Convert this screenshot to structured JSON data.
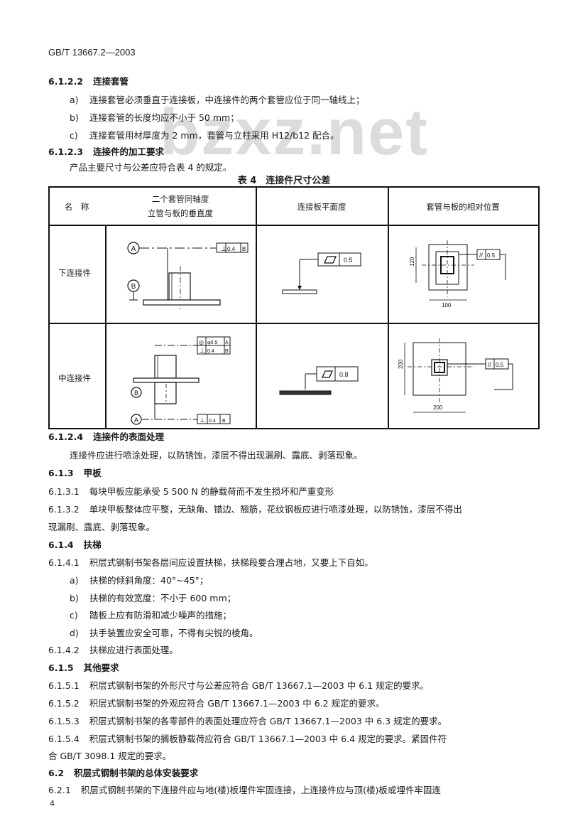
{
  "header": {
    "doc_id": "GB/T 13667.2—2003"
  },
  "watermark": "bzxz.net",
  "sections": {
    "s6_1_2_2": {
      "number": "6.1.2.2",
      "title": "连接套管",
      "items": [
        {
          "mark": "a)",
          "text": "连接套管必须垂直于连接板，中连接件的两个套管应位于同一轴线上；"
        },
        {
          "mark": "b)",
          "text": "连接套管的长度均应不小于 50 mm；"
        },
        {
          "mark": "c)",
          "text": "连接套管用材厚度为 2 mm，套管与立柱采用 H12/b12 配合。"
        }
      ]
    },
    "s6_1_2_3": {
      "number": "6.1.2.3",
      "title": "连接件的加工要求",
      "text": "产品主要尺寸与公差应符合表 4 的规定。"
    }
  },
  "table": {
    "caption": "表 4　连接件尺寸公差",
    "headers": {
      "name": "名　称",
      "col1_line1": "二个套管同轴度",
      "col1_line2": "立管与板的垂直度",
      "col2": "连接板平面度",
      "col3": "套管与板的相对位置"
    },
    "rows": [
      {
        "label": "下连接件",
        "perp_tol": "⊥ 0.4 B",
        "datum_top": "A",
        "datum_bottom": "B",
        "flatness": "0.5",
        "position_tol": "0.5",
        "dim_h": "120",
        "dim_w": "100"
      },
      {
        "label": "中连接件",
        "coax_tol": "◎ φ0.5 A",
        "perp_tol_top": "⊥ 0.4 B",
        "perp_tol_bottom": "⊥ 0.4 B",
        "datum_top": "B",
        "datum_bottom": "A",
        "flatness": "0.8",
        "position_tol": "0.5",
        "dim_h": "200",
        "dim_w": "200"
      }
    ]
  },
  "body": [
    {
      "type": "heading",
      "number": "6.1.2.4",
      "text": "连接件的表面处理"
    },
    {
      "type": "para",
      "text": "连接件应进行喷涂处理，以防锈蚀，漆层不得出现漏刷、露底、剥落现象。"
    },
    {
      "type": "heading",
      "number": "6.1.3",
      "text": "甲板"
    },
    {
      "type": "clause",
      "number": "6.1.3.1",
      "text": "每块甲板应能承受 5 500 N 的静载荷而不发生损坏和严重变形"
    },
    {
      "type": "clause",
      "number": "6.1.3.2",
      "text": "单块甲板整体应平整，无缺角、错边、翘筋，花纹钢板应进行喷漆处理，以防锈蚀，漆层不得出"
    },
    {
      "type": "cont",
      "text": "现漏刷、露底、剥落现象。"
    },
    {
      "type": "heading",
      "number": "6.1.4",
      "text": "扶梯"
    },
    {
      "type": "clause",
      "number": "6.1.4.1",
      "text": "积层式钢制书架各层间应设置扶梯，扶梯段要合理占地，又要上下自如。"
    },
    {
      "type": "item",
      "mark": "a)",
      "text": "扶梯的倾斜角度：40°~45°；"
    },
    {
      "type": "item",
      "mark": "b)",
      "text": "扶梯的有效宽度：不小于 600 mm；"
    },
    {
      "type": "item",
      "mark": "c)",
      "text": "踏板上应有防滑和减少噪声的措施；"
    },
    {
      "type": "item",
      "mark": "d)",
      "text": "扶手装置应安全可靠，不得有尖锐的棱角。"
    },
    {
      "type": "clause",
      "number": "6.1.4.2",
      "text": "扶梯应进行表面处理。"
    },
    {
      "type": "heading",
      "number": "6.1.5",
      "text": "其他要求"
    },
    {
      "type": "clause",
      "number": "6.1.5.1",
      "text": "积层式钢制书架的外形尺寸与公差应符合 GB/T 13667.1—2003 中 6.1 规定的要求。"
    },
    {
      "type": "clause",
      "number": "6.1.5.2",
      "text": "积层式钢制书架的外观应符合 GB/T 13667.1—2003 中 6.2 规定的要求。"
    },
    {
      "type": "clause",
      "number": "6.1.5.3",
      "text": "积层式钢制书架的各零部件的表面处理应符合 GB/T 13667.1—2003 中 6.3 规定的要求。"
    },
    {
      "type": "clause",
      "number": "6.1.5.4",
      "text": "积层式钢制书架的搁板静载荷应符合 GB/T 13667.1—2003 中 6.4 规定的要求。紧固件符"
    },
    {
      "type": "cont",
      "text": "合 GB/T 3098.1 规定的要求。"
    },
    {
      "type": "heading",
      "number": "6.2",
      "text": "积层式钢制书架的总体安装要求"
    },
    {
      "type": "clause",
      "number": "6.2.1",
      "text": "积层式钢制书架的下连接件应与地(楼)板埋件牢固连接，上连接件应与顶(楼)板或埋件牢固连"
    }
  ],
  "footer": {
    "page_number": "4"
  }
}
